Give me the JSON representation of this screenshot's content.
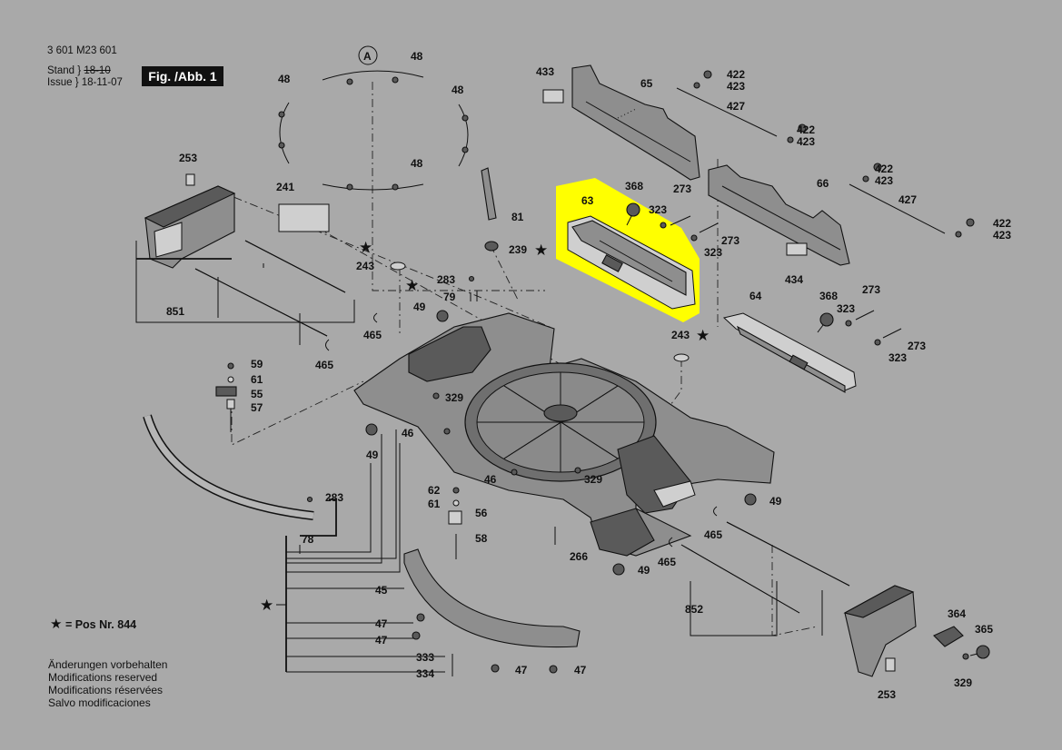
{
  "header": {
    "doc_number": "3 601 M23 601",
    "stand_label": "Stand",
    "stand_old": "18-10",
    "issue_label": "Issue",
    "issue_date": "18-11-07",
    "figure_label": "Fig. /Abb. 1"
  },
  "callouts": {
    "detail_marker": "A",
    "p433": "433",
    "p65": "65",
    "p422a": "422",
    "p423a": "423",
    "p427a": "427",
    "p422b": "422",
    "p423b": "423",
    "p422c": "422",
    "p423c": "423",
    "p427b": "427",
    "p422d": "422",
    "p423d": "423",
    "p48a": "48",
    "p48b": "48",
    "p48c": "48",
    "p48d": "48",
    "p253a": "253",
    "p241": "241",
    "p81": "81",
    "p239": "239",
    "p63": "63",
    "p368a": "368",
    "p323a": "323",
    "p273a": "273",
    "p273b": "273",
    "p323b": "323",
    "p66": "66",
    "p434": "434",
    "p243a": "243",
    "p283a": "283",
    "p79a": "79",
    "p49a": "49",
    "p851": "851",
    "p465a": "465",
    "p465b": "465",
    "p64": "64",
    "p368b": "368",
    "p323c": "323",
    "p273c": "273",
    "p273d": "273",
    "p323d": "323",
    "p243b": "243",
    "p59": "59",
    "p61a": "61",
    "p55": "55",
    "p57": "57",
    "p329a": "329",
    "p46a": "46",
    "p49b": "49",
    "p46b": "46",
    "p329b": "329",
    "p62": "62",
    "p61b": "61",
    "p56": "56",
    "p58": "58",
    "p266": "266",
    "p283b": "283",
    "p78": "78",
    "p49c": "49",
    "p49d": "49",
    "p465c": "465",
    "p465d": "465",
    "p45": "45",
    "p47a": "47",
    "p47b": "47",
    "p333": "333",
    "p334": "334",
    "p47c": "47",
    "p47d": "47",
    "p852": "852",
    "p364": "364",
    "p365": "365",
    "p329c": "329",
    "p253b": "253"
  },
  "legend": {
    "star_symbol": "★",
    "text": "= Pos Nr. 844"
  },
  "footer": [
    "Änderungen vorbehalten",
    "Modifications reserved",
    "Modifications réservées",
    "Salvo modificaciones"
  ],
  "colors": {
    "background": "#a9a9a9",
    "highlight": "#ffff00",
    "ink": "#111111"
  }
}
